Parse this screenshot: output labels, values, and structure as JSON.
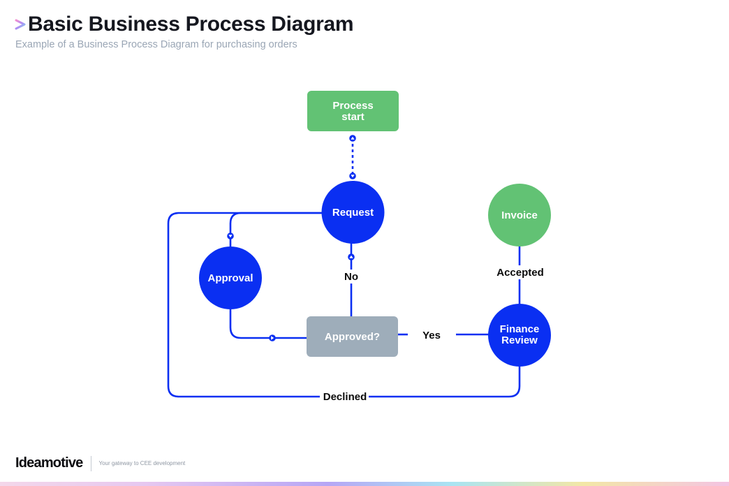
{
  "header": {
    "title": "Basic Business Process Diagram",
    "subtitle": "Example of a Business Process Diagram for purchasing orders"
  },
  "diagram": {
    "nodes": {
      "process_start": {
        "line1": "Process",
        "line2": "start"
      },
      "request": {
        "label": "Request"
      },
      "approval": {
        "label": "Approval"
      },
      "approved": {
        "label": "Approved?"
      },
      "finance_review": {
        "line1": "Finance",
        "line2": "Review"
      },
      "invoice": {
        "label": "Invoice"
      }
    },
    "edges": {
      "no": "No",
      "yes": "Yes",
      "accepted": "Accepted",
      "declined": "Declined"
    }
  },
  "footer": {
    "logo": "Ideamotive",
    "tagline": "Your gateway to CEE development"
  },
  "colors": {
    "blue": "#0a2ff2",
    "green": "#62c274",
    "gray": "#9eadba",
    "text_dark": "#15171f",
    "subtitle": "#9aa6b5"
  },
  "icons": {
    "brand_mark": "chevron-right-icon"
  }
}
